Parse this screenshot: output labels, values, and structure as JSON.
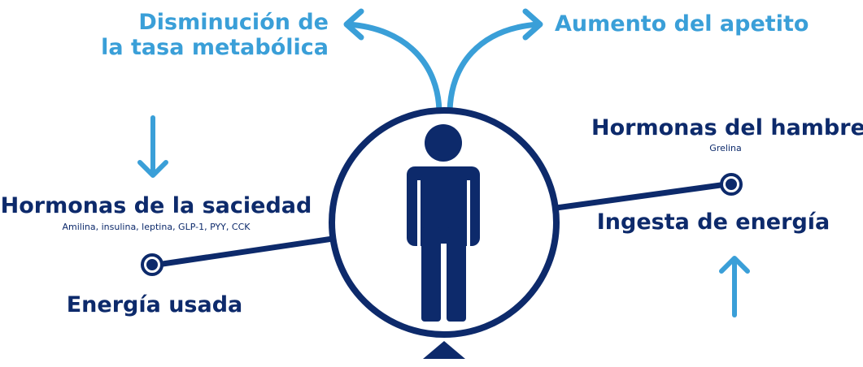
{
  "labels": {
    "metabolic_line1": "Disminución de",
    "metabolic_line2": "la tasa metabólica",
    "appetite": "Aumento del apetito",
    "hunger_title": "Hormonas del hambre",
    "hunger_detail": "Grelina",
    "satiety_title": "Hormonas de la saciedad",
    "satiety_detail": "Amilina, insulina, leptina, GLP-1, PYY, CCK",
    "energy_intake": "Ingesta de energía",
    "energy_used": "Energía usada"
  },
  "colors": {
    "dark_navy": "#0d2a6b",
    "light_blue": "#3a9fd8"
  },
  "icons": {
    "person": "person-icon",
    "fulcrum": "triangle-icon"
  }
}
